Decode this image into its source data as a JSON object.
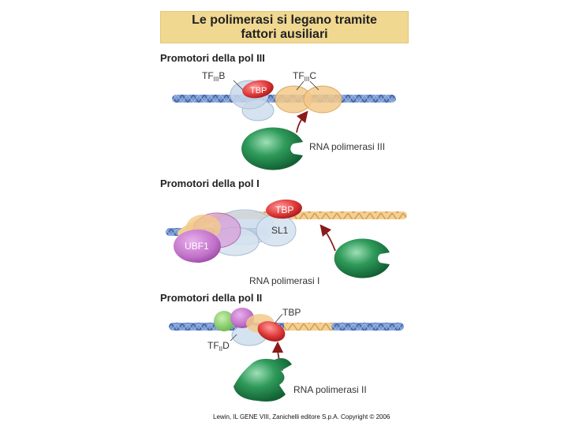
{
  "title": {
    "line1": "Le polimerasi si legano tramite",
    "line2": "fattori ausiliari"
  },
  "sections": {
    "pol3": {
      "heading": "Promotori della pol III",
      "label_tfiiib_main": "TF",
      "label_tfiiib_sub": "III",
      "label_tfiiib_end": "B",
      "label_tfiiic_main": "TF",
      "label_tfiiic_sub": "III",
      "label_tfiiic_end": "C",
      "label_tbp": "TBP",
      "enzyme": "RNA polimerasi III"
    },
    "pol1": {
      "heading": "Promotori della pol I",
      "label_tbp": "TBP",
      "label_sl1": "SL1",
      "label_ubf1": "UBF1",
      "enzyme": "RNA polimerasi I"
    },
    "pol2": {
      "heading": "Promotori della pol II",
      "label_tbp": "TBP",
      "label_tfiid_main": "TF",
      "label_tfiid_sub": "II",
      "label_tfiid_end": "D",
      "enzyme": "RNA polimerasi II"
    }
  },
  "credit": "Lewin, IL GENE VIII, Zanichelli editore S.p.A. Copyright © 2006",
  "colors": {
    "title_bg": "#f0d890",
    "dna": "#6f8fc8",
    "tbp": "#e03a3a",
    "tfiiib": "#c8d8ea",
    "tfiiic": "#f3c98a",
    "polymerase": "#2f9a5a",
    "ubf1": "#c070c8",
    "arrow": "#8a1a1a"
  }
}
